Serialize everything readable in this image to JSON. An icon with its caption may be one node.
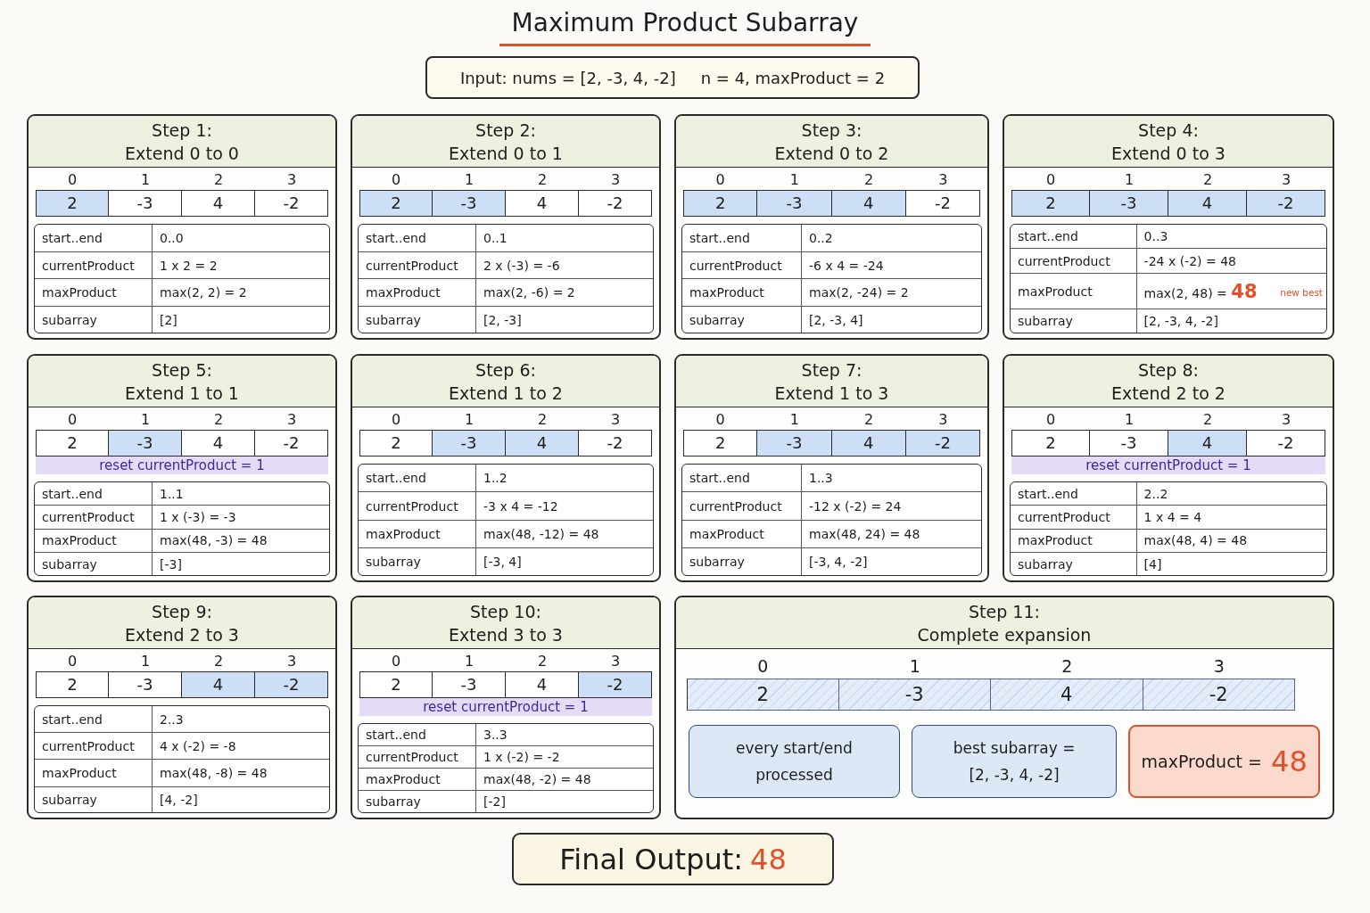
{
  "diagram": {
    "title": "Maximum Product Subarray",
    "nodes": [
      {
        "text": [
          "Input: nums = [2, -3, 4, -2]",
          "n = 4, maxProduct = 2"
        ]
      },
      {
        "text": [
          "Step 1:",
          "Extend 0 to 0"
        ]
      },
      {
        "text": [
          "2"
        ],
        "beside": [
          "0"
        ],
        "in": 1
      },
      {
        "text": [
          "-3"
        ],
        "beside": [
          "1"
        ],
        "in": 1
      },
      {
        "text": [
          "4"
        ],
        "beside": [
          "2"
        ],
        "in": 1
      },
      {
        "text": [
          "-2"
        ],
        "beside": [
          "3"
        ],
        "in": 1
      },
      {
        "text": [
          "start..end",
          "0..0",
          "currentProduct",
          "1 x 2 = 2",
          "maxProduct",
          "max(2, 2) = 2",
          "subarray",
          "[2]"
        ],
        "in": 1
      },
      {
        "text": [
          "Step 2:",
          "Extend 0 to 1"
        ]
      },
      {
        "text": [
          "2"
        ],
        "beside": [
          "0"
        ],
        "in": 7
      },
      {
        "text": [
          "-3"
        ],
        "beside": [
          "1"
        ],
        "in": 7
      },
      {
        "text": [
          "4"
        ],
        "beside": [
          "2"
        ],
        "in": 7
      },
      {
        "text": [
          "-2"
        ],
        "beside": [
          "3"
        ],
        "in": 7
      },
      {
        "text": [
          "start..end",
          "0..1",
          "currentProduct",
          "2 x (-3) = -6",
          "maxProduct",
          "max(2, -6) = 2",
          "subarray",
          "[2, -3]"
        ],
        "in": 7
      },
      {
        "text": [
          "Step 3:",
          "Extend 0 to 2"
        ]
      },
      {
        "text": [
          "2"
        ],
        "beside": [
          "0"
        ],
        "in": 13
      },
      {
        "text": [
          "-3"
        ],
        "beside": [
          "1"
        ],
        "in": 13
      },
      {
        "text": [
          "4"
        ],
        "beside": [
          "2"
        ],
        "in": 13
      },
      {
        "text": [
          "-2"
        ],
        "beside": [
          "3"
        ],
        "in": 13
      },
      {
        "text": [
          "start..end",
          "0..2",
          "currentProduct",
          "-6 x 4 = -24",
          "maxProduct",
          "max(2, -24) = 2",
          "subarray",
          "[2, -3, 4]"
        ],
        "in": 13
      },
      {
        "text": [
          "Step 4:",
          "Extend 0 to 3"
        ]
      },
      {
        "text": [
          "2"
        ],
        "beside": [
          "0"
        ],
        "in": 19
      },
      {
        "text": [
          "-3"
        ],
        "beside": [
          "1"
        ],
        "in": 19
      },
      {
        "text": [
          "4"
        ],
        "beside": [
          "2"
        ],
        "in": 19
      },
      {
        "text": [
          "-2"
        ],
        "beside": [
          "3"
        ],
        "in": 19
      },
      {
        "text": [
          "start..end",
          "0..3",
          "currentProduct",
          "-24 x (-2) = 48",
          "maxProduct",
          "max(2, 48) = **48**",
          "new best",
          "subarray",
          "[2, -3, 4, -2]"
        ],
        "in": 19
      },
      {
        "text": [
          "Step 5:",
          "Extend 1 to 1"
        ]
      },
      {
        "text": [
          "2"
        ],
        "beside": [
          "0"
        ],
        "in": 25
      },
      {
        "text": [
          "-3"
        ],
        "beside": [
          "1"
        ],
        "in": 25
      },
      {
        "text": [
          "4"
        ],
        "beside": [
          "2"
        ],
        "in": 25
      },
      {
        "text": [
          "-2"
        ],
        "beside": [
          "3"
        ],
        "in": 25
      },
      {
        "text": [
          "reset currentProduct = 1"
        ],
        "in": 25
      },
      {
        "text": [
          "start..end",
          "1..1",
          "currentProduct",
          "1 x (-3) = -3",
          "maxProduct",
          "max(48, -3) = 48",
          "subarray",
          "[-3]"
        ],
        "in": 25
      },
      {
        "text": [
          "Step 6:",
          "Extend 1 to 2"
        ]
      },
      {
        "text": [
          "2"
        ],
        "beside": [
          "0"
        ],
        "in": 32
      },
      {
        "text": [
          "-3"
        ],
        "beside": [
          "1"
        ],
        "in": 32
      },
      {
        "text": [
          "4"
        ],
        "beside": [
          "2"
        ],
        "in": 32
      },
      {
        "text": [
          "-2"
        ],
        "beside": [
          "3"
        ],
        "in": 32
      },
      {
        "text": [
          "start..end",
          "1..2",
          "currentProduct",
          "-3 x 4 = -12",
          "maxProduct",
          "max(48, -12) = 48",
          "subarray",
          "[-3, 4]"
        ],
        "in": 32
      },
      {
        "text": [
          "Step 7:",
          "Extend 1 to 3"
        ]
      },
      {
        "text": [
          "2"
        ],
        "beside": [
          "0"
        ],
        "in": 38
      },
      {
        "text": [
          "-3"
        ],
        "beside": [
          "1"
        ],
        "in": 38
      },
      {
        "text": [
          "4"
        ],
        "beside": [
          "2"
        ],
        "in": 38
      },
      {
        "text": [
          "-2"
        ],
        "beside": [
          "3"
        ],
        "in": 38
      },
      {
        "text": [
          "start..end",
          "1..3",
          "currentProduct",
          "-12 x (-2) = 24",
          "maxProduct",
          "max(48, 24) = 48",
          "subarray",
          "[-3, 4, -2]"
        ],
        "in": 38
      },
      {
        "text": [
          "Step 8:",
          "Extend 2 to 2"
        ]
      },
      {
        "text": [
          "2"
        ],
        "beside": [
          "0"
        ],
        "in": 44
      },
      {
        "text": [
          "-3"
        ],
        "beside": [
          "1"
        ],
        "in": 44
      },
      {
        "text": [
          "4"
        ],
        "beside": [
          "2"
        ],
        "in": 44
      },
      {
        "text": [
          "-2"
        ],
        "beside": [
          "3"
        ],
        "in": 44
      },
      {
        "text": [
          "reset currentProduct = 1"
        ],
        "in": 44
      },
      {
        "text": [
          "start..end",
          "2..2",
          "currentProduct",
          "1 x 4 = 4",
          "maxProduct",
          "max(48, 4) = 48",
          "subarray",
          "[4]"
        ],
        "in": 44
      },
      {
        "text": [
          "Step 9:",
          "Extend 2 to 3"
        ]
      },
      {
        "text": [
          "2"
        ],
        "beside": [
          "0"
        ],
        "in": 51
      },
      {
        "text": [
          "-3"
        ],
        "beside": [
          "1"
        ],
        "in": 51
      },
      {
        "text": [
          "4"
        ],
        "beside": [
          "2"
        ],
        "in": 51
      },
      {
        "text": [
          "-2"
        ],
        "beside": [
          "3"
        ],
        "in": 51
      },
      {
        "text": [
          "start..end",
          "2..3",
          "currentProduct",
          "4 x (-2) = -8",
          "maxProduct",
          "max(48, -8) = 48",
          "subarray",
          "[4, -2]"
        ],
        "in": 51
      },
      {
        "text": [
          "Step 10:",
          "Extend 3 to 3"
        ]
      },
      {
        "text": [
          "2"
        ],
        "beside": [
          "0"
        ],
        "in": 57
      },
      {
        "text": [
          "-3"
        ],
        "beside": [
          "1"
        ],
        "in": 57
      },
      {
        "text": [
          "4"
        ],
        "beside": [
          "2"
        ],
        "in": 57
      },
      {
        "text": [
          "-2"
        ],
        "beside": [
          "3"
        ],
        "in": 57
      },
      {
        "text": [
          "reset currentProduct = 1"
        ],
        "in": 57
      },
      {
        "text": [
          "start..end",
          "3..3",
          "currentProduct",
          "1 x (-2) = -2",
          "maxProduct",
          "max(48, -2) = 48",
          "subarray",
          "[-2]"
        ],
        "in": 57
      },
      {
        "text": [
          "Step 11:",
          "Complete expansion"
        ]
      },
      {
        "text": [
          "2"
        ],
        "beside": [
          "0"
        ],
        "in": 64
      },
      {
        "text": [
          "-3"
        ],
        "beside": [
          "1"
        ],
        "in": 64
      },
      {
        "text": [
          "4"
        ],
        "beside": [
          "2"
        ],
        "in": 64
      },
      {
        "text": [
          "-2"
        ],
        "beside": [
          "3"
        ],
        "in": 64
      },
      {
        "text": [
          "every start/end processed"
        ],
        "in": 64
      },
      {
        "text": [
          "best subarray = [2, -3, 4, -2]"
        ],
        "in": 64
      },
      {
        "text": [
          "maxProduct = **48**"
        ],
        "in": 64
      },
      {
        "text": [
          "Final Output: **48**"
        ]
      }
    ]
  }
}
